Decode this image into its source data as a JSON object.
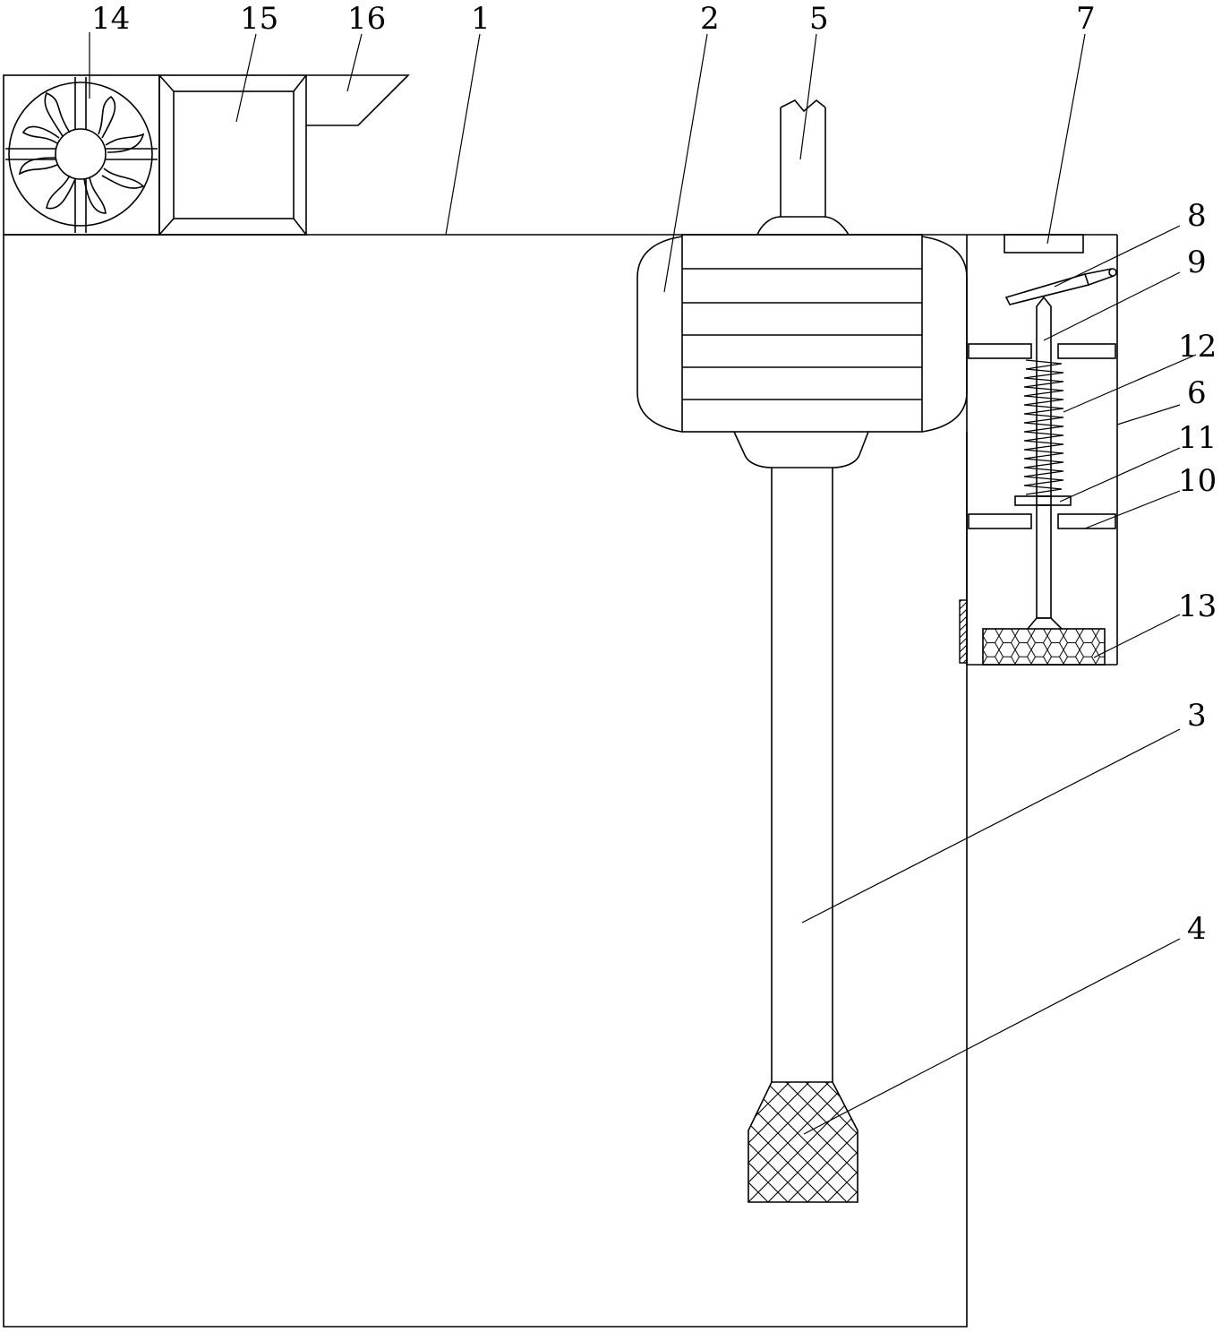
{
  "labels": {
    "l1": "1",
    "l2": "2",
    "l3": "3",
    "l4": "4",
    "l5": "5",
    "l6": "6",
    "l7": "7",
    "l8": "8",
    "l9": "9",
    "l10": "10",
    "l11": "11",
    "l12": "12",
    "l13": "13",
    "l14": "14",
    "l15": "15",
    "l16": "16"
  },
  "colors": {
    "stroke": "#000000",
    "background": "#ffffff"
  }
}
